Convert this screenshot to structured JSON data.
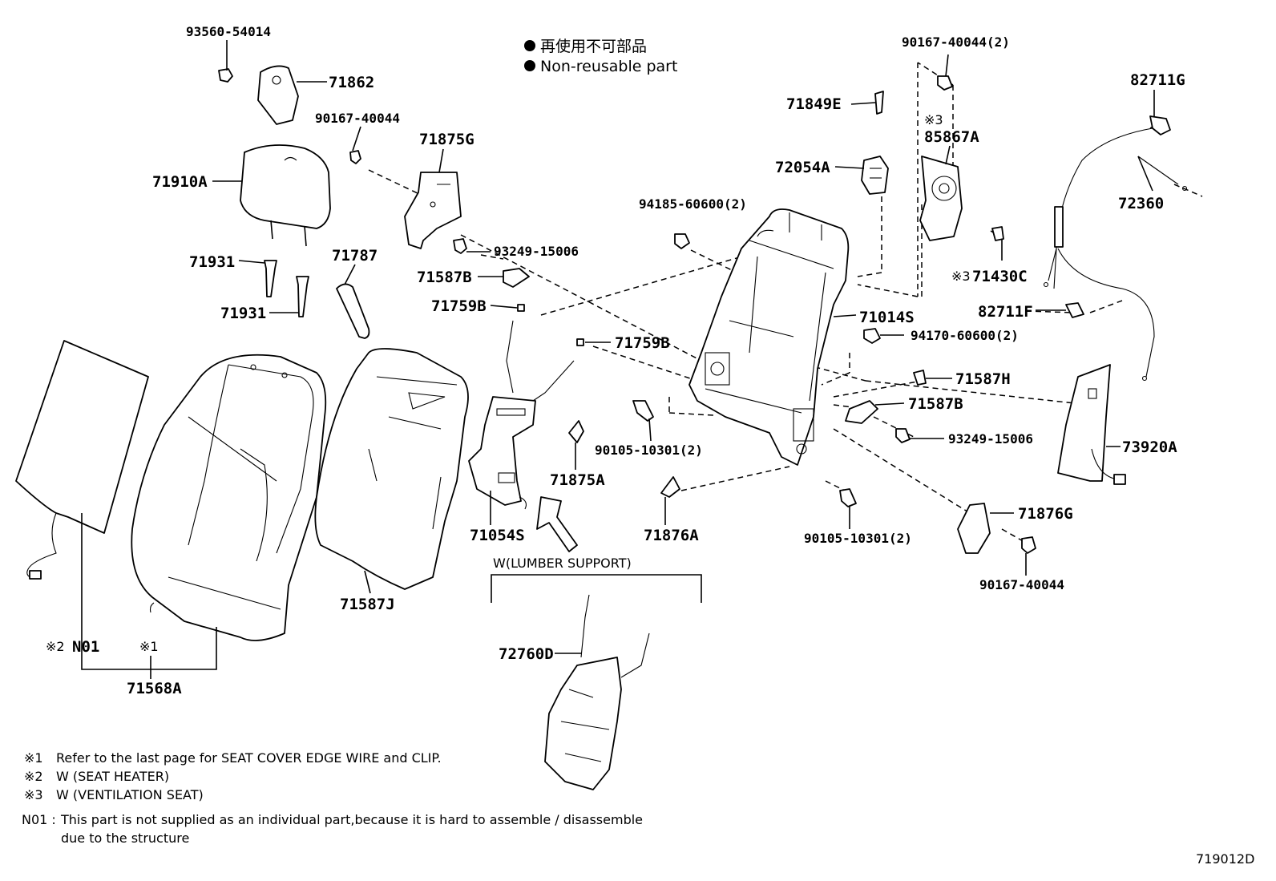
{
  "legend": {
    "jp": "再使用不可部品",
    "en": "Non-reusable part"
  },
  "labels": {
    "p93560_54014": "93560-54014",
    "p71862": "71862",
    "p90167_40044_a": "90167-40044",
    "p71875G": "71875G",
    "p71910A": "71910A",
    "p93249_15006_a": "93249-15006",
    "p71587B_a": "71587B",
    "p71931_a": "71931",
    "p71931_b": "71931",
    "p71787": "71787",
    "p71759B_a": "71759B",
    "p71759B_b": "71759B",
    "p90167_40044_2": "90167-40044(2)",
    "p71849E": "71849E",
    "p72054A": "72054A",
    "mark3_top": "※3",
    "p85867A": "85867A",
    "p82711G": "82711G",
    "p72360": "72360",
    "p94185": "94185-60600(2)",
    "mark3_mid": "※3",
    "p71430C": "71430C",
    "p82711F": "82711F",
    "p71014S": "71014S",
    "p94170": "94170-60600(2)",
    "p71587H": "71587H",
    "p71587B_b": "71587B",
    "p93249_15006_b": "93249-15006",
    "p73920A": "73920A",
    "p90105_10301_a": "90105-10301(2)",
    "p71875A": "71875A",
    "p71054S": "71054S",
    "p71876A": "71876A",
    "p90105_10301_b": "90105-10301(2)",
    "p71876G": "71876G",
    "p90167_40044_c": "90167-40044",
    "lumbar_title": "W(LUMBER  SUPPORT)",
    "p72760D": "72760D",
    "p71587J": "71587J",
    "mark2": "※2",
    "pN01": "N01",
    "mark1": "※1",
    "p71568A": "71568A"
  },
  "notes": {
    "n1_mark": "※1",
    "n1_text": "Refer to the last page for SEAT COVER EDGE WIRE and CLIP.",
    "n2_mark": "※2",
    "n2_text": "W (SEAT  HEATER)",
    "n3_mark": "※3",
    "n3_text": "W (VENTILATION  SEAT)",
    "n01_mark": "N01 :",
    "n01_text_1": "This part is not supplied as an individual part,because it is hard to assemble / disassemble",
    "n01_text_2": "due to the structure"
  },
  "diagram_id": "719012D"
}
